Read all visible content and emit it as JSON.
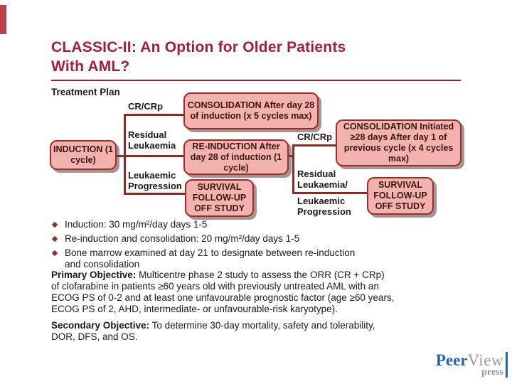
{
  "colors": {
    "accent_crimson": "#A31E39",
    "corner_bar": "#C13F48",
    "box_fill": "#F2B3AF",
    "box_border": "#9B2D28",
    "box_text": "#3E1410",
    "connector": "#8C2A28",
    "text": "#1A1A1A",
    "logo_blue": "#2366AD",
    "logo_gray": "#97999B"
  },
  "title": {
    "text": "CLASSIC-II: An Option for Older Patients\nWith AML?"
  },
  "diagram": {
    "heading": "Treatment Plan",
    "left": {
      "induction_box": "INDUCTION\n(1 cycle)",
      "crcrp_label": "CR/CRp",
      "residual_label": "Residual\nLeukaemia",
      "progression_label": "Leukaemic\nProgression",
      "consolidation_box": "CONSOLIDATION\nAfter day 28 of induction\n(x 5 cycles max)",
      "reinduction_box": "RE-INDUCTION\nAfter day 28 of\ninduction (1 cycle)",
      "survival_box": "SURVIVAL\nFOLLOW-UP\nOFF STUDY"
    },
    "right": {
      "crcrp_label": "CR/CRp",
      "residual_label": "Residual\nLeukaemia/",
      "progression_label": "Leukaemic\nProgression",
      "consolidation_box": "CONSOLIDATION\nInitiated ≥28 days\nAfter day 1 of previous\ncycle (x 4 cycles max)",
      "survival_box": "SURVIVAL\nFOLLOW-UP\nOFF STUDY"
    }
  },
  "bullets": [
    "Induction: 30 mg/m²/day days 1-5",
    "Re-induction and consolidation: 20 mg/m²/day days 1-5",
    "Bone marrow examined at day 21 to designate between re-induction\nand consolidation"
  ],
  "objectives": {
    "primary_label": "Primary Objective:",
    "primary_text": " Multicentre phase 2 study to assess the ORR (CR + CRp)\nof clofarabine in patients ≥60 years old with previously untreated AML with an\nECOG PS of 0-2 and at least one unfavourable prognostic factor (age ≥60 years,\nECOG PS of 2, AHD, intermediate- or unfavourable-risk karyotype).",
    "secondary_label": "Secondary Objective:",
    "secondary_text": " To determine 30-day mortality, safety and tolerability,\nDOR, DFS, and OS."
  },
  "logo": {
    "brand_primary": "Peer",
    "brand_secondary": "View",
    "sub": "press"
  }
}
